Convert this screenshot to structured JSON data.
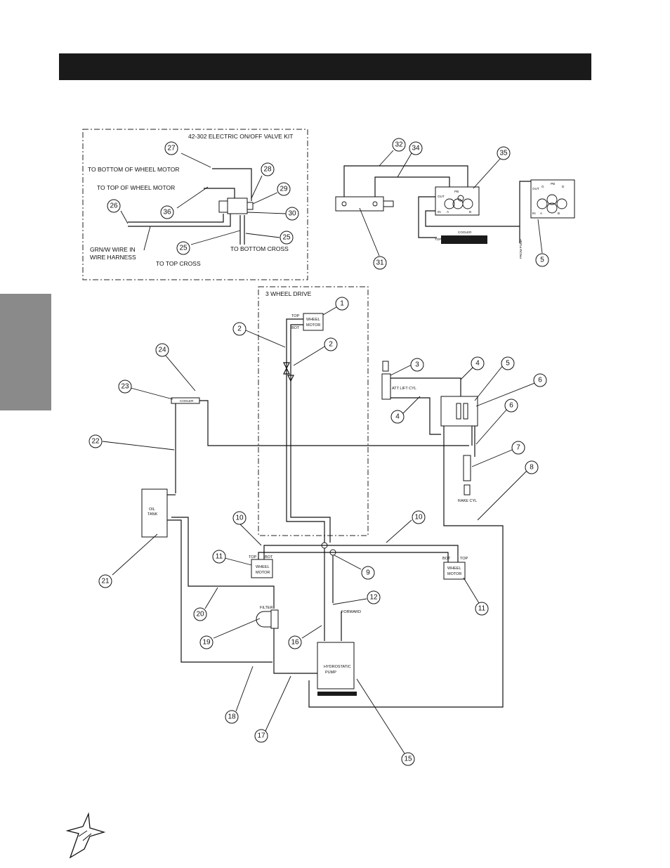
{
  "kit": {
    "title": "42-302 ELECTRIC ON/OFF VALVE KIT",
    "to_bottom_wheel_motor": "TO BOTTOM OF WHEEL MOTOR",
    "to_top_wheel_motor": "TO TOP OF WHEEL MOTOR",
    "grn_wire_1": "GRN/W WIRE IN",
    "grn_wire_2": "WIRE HARNESS",
    "to_top_cross": "TO TOP CROSS",
    "to_bottom_cross": "TO BOTTOM CROSS"
  },
  "valve_detail": {
    "cooler": "COOLER",
    "from_pump": "FROM PUMP",
    "top": "TOP",
    "out": "OUT",
    "in": "IN",
    "pb": "PB",
    "a": "A",
    "b": "B",
    "g": "G",
    "d": "D"
  },
  "main": {
    "three_wheel_drive": "3 WHEEL DRIVE",
    "top": "TOP",
    "bot": "BOT",
    "wheel": "WHEEL",
    "motor": "MOTOR",
    "att_lift_cyl": "ATT LIFT CYL",
    "rake_cyl": "RAKE CYL",
    "cooler": "COOLER",
    "oil": "OIL",
    "tank": "TANK",
    "filter": "FILTER",
    "forward": "FORWARD",
    "hydrostatic": "HYDROSTATIC",
    "pump": "PUMP"
  },
  "callouts": {
    "c27": "27",
    "c28": "28",
    "c29": "29",
    "c30": "30",
    "c26": "26",
    "c36": "36",
    "c25a": "25",
    "c25b": "25",
    "c32": "32",
    "c34": "34",
    "c35": "35",
    "c31": "31",
    "c5a": "5",
    "c1": "1",
    "c2a": "2",
    "c2b": "2",
    "c3": "3",
    "c4a": "4",
    "c4b": "4",
    "c5b": "5",
    "c6a": "6",
    "c6b": "6",
    "c7": "7",
    "c8": "8",
    "c24": "24",
    "c23": "23",
    "c22": "22",
    "c21": "21",
    "c10a": "10",
    "c10b": "10",
    "c11a": "11",
    "c11b": "11",
    "c9": "9",
    "c12": "12",
    "c20": "20",
    "c19": "19",
    "c16": "16",
    "c18": "18",
    "c17": "17",
    "c15": "15"
  },
  "colors": {
    "ink": "#111111",
    "header_bar": "#1a1a1a",
    "side_tab": "#8a8a8a"
  }
}
